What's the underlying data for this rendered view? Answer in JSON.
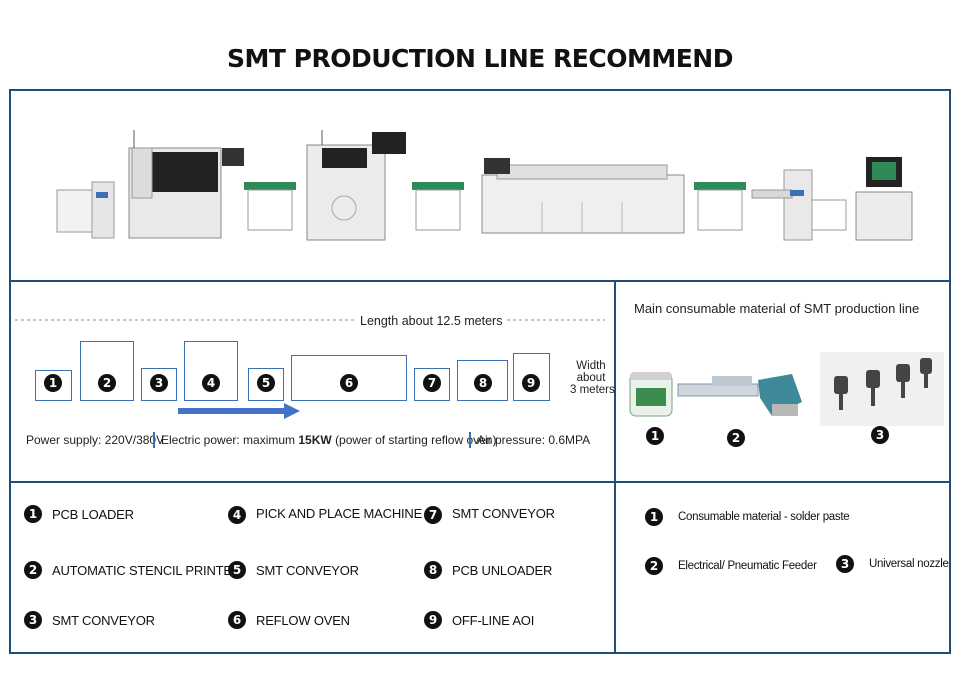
{
  "title": "SMT PRODUCTION LINE RECOMMEND",
  "layout": {
    "length_label": "Length about 12.5 meters",
    "width_label": [
      "Width",
      "about",
      "3 meters"
    ],
    "stations": [
      "1",
      "2",
      "3",
      "4",
      "5",
      "6",
      "7",
      "8",
      "9"
    ]
  },
  "specs": {
    "power_supply": "Power supply: 220V/380V",
    "electric_power_prefix": "Electric power: maximum",
    "electric_power_value": "15KW",
    "electric_power_suffix": "(power of starting reflow oven)",
    "air_pressure": "Air pressure: 0.6MPA"
  },
  "consumables": {
    "heading": "Main consumable material of SMT production line",
    "items": [
      {
        "num": "1",
        "label": "Consumable material - solder paste"
      },
      {
        "num": "2",
        "label": "Electrical/ Pneumatic Feeder"
      },
      {
        "num": "3",
        "label": "Universal nozzle"
      }
    ]
  },
  "legend": [
    {
      "num": "1",
      "label": "PCB LOADER"
    },
    {
      "num": "2",
      "label": "AUTOMATIC STENCIL PRINTER"
    },
    {
      "num": "3",
      "label": "SMT CONVEYOR"
    },
    {
      "num": "4",
      "label": "PICK AND PLACE MACHINE"
    },
    {
      "num": "5",
      "label": "SMT CONVEYOR"
    },
    {
      "num": "6",
      "label": "REFLOW OVEN"
    },
    {
      "num": "7",
      "label": "SMT CONVEYOR"
    },
    {
      "num": "8",
      "label": "PCB UNLOADER"
    },
    {
      "num": "9",
      "label": "OFF-LINE AOI"
    }
  ],
  "colors": {
    "frame": "#1f4e79",
    "arrow": "#4472c4"
  }
}
